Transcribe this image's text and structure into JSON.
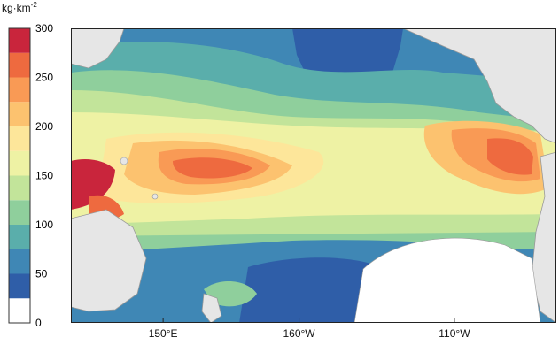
{
  "legend": {
    "unit_base": "kg·km",
    "unit_exp": "-2",
    "min": 0,
    "max": 300,
    "ticks": [
      "300",
      "250",
      "200",
      "150",
      "100",
      "50",
      "0"
    ],
    "levels": [
      {
        "from": 0,
        "to": 25,
        "color": "#ffffff"
      },
      {
        "from": 25,
        "to": 50,
        "color": "#2f5ea8"
      },
      {
        "from": 50,
        "to": 75,
        "color": "#3f87b5"
      },
      {
        "from": 75,
        "to": 100,
        "color": "#5aaeab"
      },
      {
        "from": 100,
        "to": 125,
        "color": "#8fcf9c"
      },
      {
        "from": 125,
        "to": 150,
        "color": "#c2e49a"
      },
      {
        "from": 150,
        "to": 175,
        "color": "#eef2a4"
      },
      {
        "from": 175,
        "to": 200,
        "color": "#fde69a"
      },
      {
        "from": 200,
        "to": 225,
        "color": "#fcc26f"
      },
      {
        "from": 225,
        "to": 250,
        "color": "#f99a55"
      },
      {
        "from": 250,
        "to": 275,
        "color": "#ee6a3f"
      },
      {
        "from": 275,
        "to": 300,
        "color": "#c9253c"
      }
    ]
  },
  "axis": {
    "lon_ticks": [
      {
        "label": "150°E",
        "frac": 0.19
      },
      {
        "label": "160°W",
        "frac": 0.47
      },
      {
        "label": "110°W",
        "frac": 0.79
      }
    ]
  },
  "land_color": "#e6e6e6",
  "coast_color": "#9a9a9a"
}
